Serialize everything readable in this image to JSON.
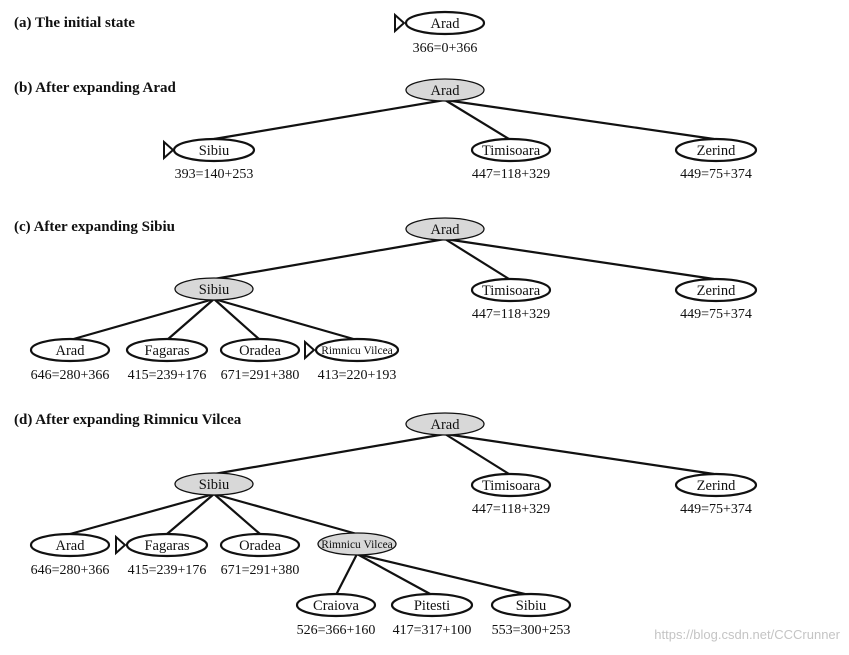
{
  "panels": [
    {
      "caption": "(a) The initial state",
      "nodes": [
        {
          "label": "Arad",
          "cost": "366=0+366",
          "expanded": false,
          "marker": true
        }
      ]
    },
    {
      "caption": "(b) After expanding Arad",
      "nodes": [
        {
          "label": "Arad",
          "cost": "",
          "expanded": true,
          "marker": false
        },
        {
          "label": "Sibiu",
          "cost": "393=140+253",
          "expanded": false,
          "marker": true
        },
        {
          "label": "Timisoara",
          "cost": "447=118+329",
          "expanded": false,
          "marker": false
        },
        {
          "label": "Zerind",
          "cost": "449=75+374",
          "expanded": false,
          "marker": false
        }
      ]
    },
    {
      "caption": "(c) After expanding Sibiu",
      "nodes": [
        {
          "label": "Arad",
          "cost": "",
          "expanded": true,
          "marker": false
        },
        {
          "label": "Sibiu",
          "cost": "",
          "expanded": true,
          "marker": false
        },
        {
          "label": "Timisoara",
          "cost": "447=118+329",
          "expanded": false,
          "marker": false
        },
        {
          "label": "Zerind",
          "cost": "449=75+374",
          "expanded": false,
          "marker": false
        },
        {
          "label": "Arad",
          "cost": "646=280+366",
          "expanded": false,
          "marker": false
        },
        {
          "label": "Fagaras",
          "cost": "415=239+176",
          "expanded": false,
          "marker": false
        },
        {
          "label": "Oradea",
          "cost": "671=291+380",
          "expanded": false,
          "marker": false
        },
        {
          "label": "Rimnicu Vilcea",
          "cost": "413=220+193",
          "expanded": false,
          "marker": true
        }
      ]
    },
    {
      "caption": "(d) After expanding Rimnicu Vilcea",
      "nodes": [
        {
          "label": "Arad",
          "cost": "",
          "expanded": true,
          "marker": false
        },
        {
          "label": "Sibiu",
          "cost": "",
          "expanded": true,
          "marker": false
        },
        {
          "label": "Timisoara",
          "cost": "447=118+329",
          "expanded": false,
          "marker": false
        },
        {
          "label": "Zerind",
          "cost": "449=75+374",
          "expanded": false,
          "marker": false
        },
        {
          "label": "Arad",
          "cost": "646=280+366",
          "expanded": false,
          "marker": false
        },
        {
          "label": "Fagaras",
          "cost": "415=239+176",
          "expanded": false,
          "marker": true
        },
        {
          "label": "Oradea",
          "cost": "671=291+380",
          "expanded": false,
          "marker": false
        },
        {
          "label": "Rimnicu Vilcea",
          "cost": "",
          "expanded": true,
          "marker": false
        },
        {
          "label": "Craiova",
          "cost": "526=366+160",
          "expanded": false,
          "marker": false
        },
        {
          "label": "Pitesti",
          "cost": "417=317+100",
          "expanded": false,
          "marker": false
        },
        {
          "label": "Sibiu",
          "cost": "553=300+253",
          "expanded": false,
          "marker": false
        }
      ]
    }
  ],
  "watermark": "https://blog.csdn.net/CCCrunner",
  "colors": {
    "expanded_fill": "#d8d8d8",
    "node_fill": "#ffffff",
    "stroke": "#111111"
  }
}
